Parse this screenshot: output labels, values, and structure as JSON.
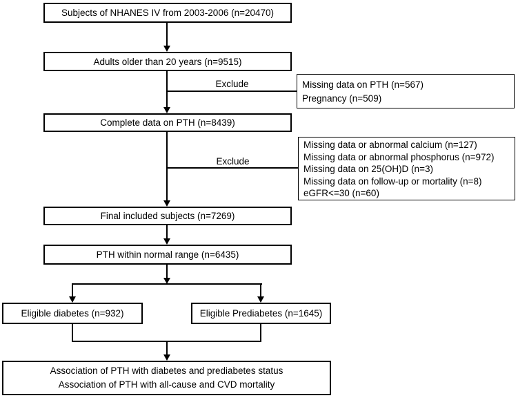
{
  "colors": {
    "line": "#000000",
    "text": "#000000",
    "background": "#ffffff"
  },
  "flow": {
    "subjects": "Subjects of NHANES IV from 2003-2006 (n=20470)",
    "adults": "Adults older than 20 years (n=9515)",
    "complete_pth": "Complete data on PTH (n=8439)",
    "final_subjects": "Final included subjects (n=7269)",
    "pth_normal": "PTH within normal range (n=6435)",
    "eligible_diabetes": "Eligible diabetes (n=932)",
    "eligible_prediabetes": "Eligible Prediabetes (n=1645)",
    "association": {
      "line1": "Association of PTH with diabetes and prediabetes status",
      "line2": "Association of PTH with all-cause and CVD mortality"
    },
    "exclude1": {
      "label": "Exclude",
      "items": [
        "Missing data on PTH (n=567)",
        "Pregnancy (n=509)"
      ]
    },
    "exclude2": {
      "label": "Exclude",
      "items": [
        "Missing data or abnormal calcium (n=127)",
        "Missing data or abnormal phosphorus (n=972)",
        "Missing data on 25(OH)D (n=3)",
        "Missing data on follow-up or mortality (n=8)",
        "eGFR<=30 (n=60)"
      ]
    }
  }
}
